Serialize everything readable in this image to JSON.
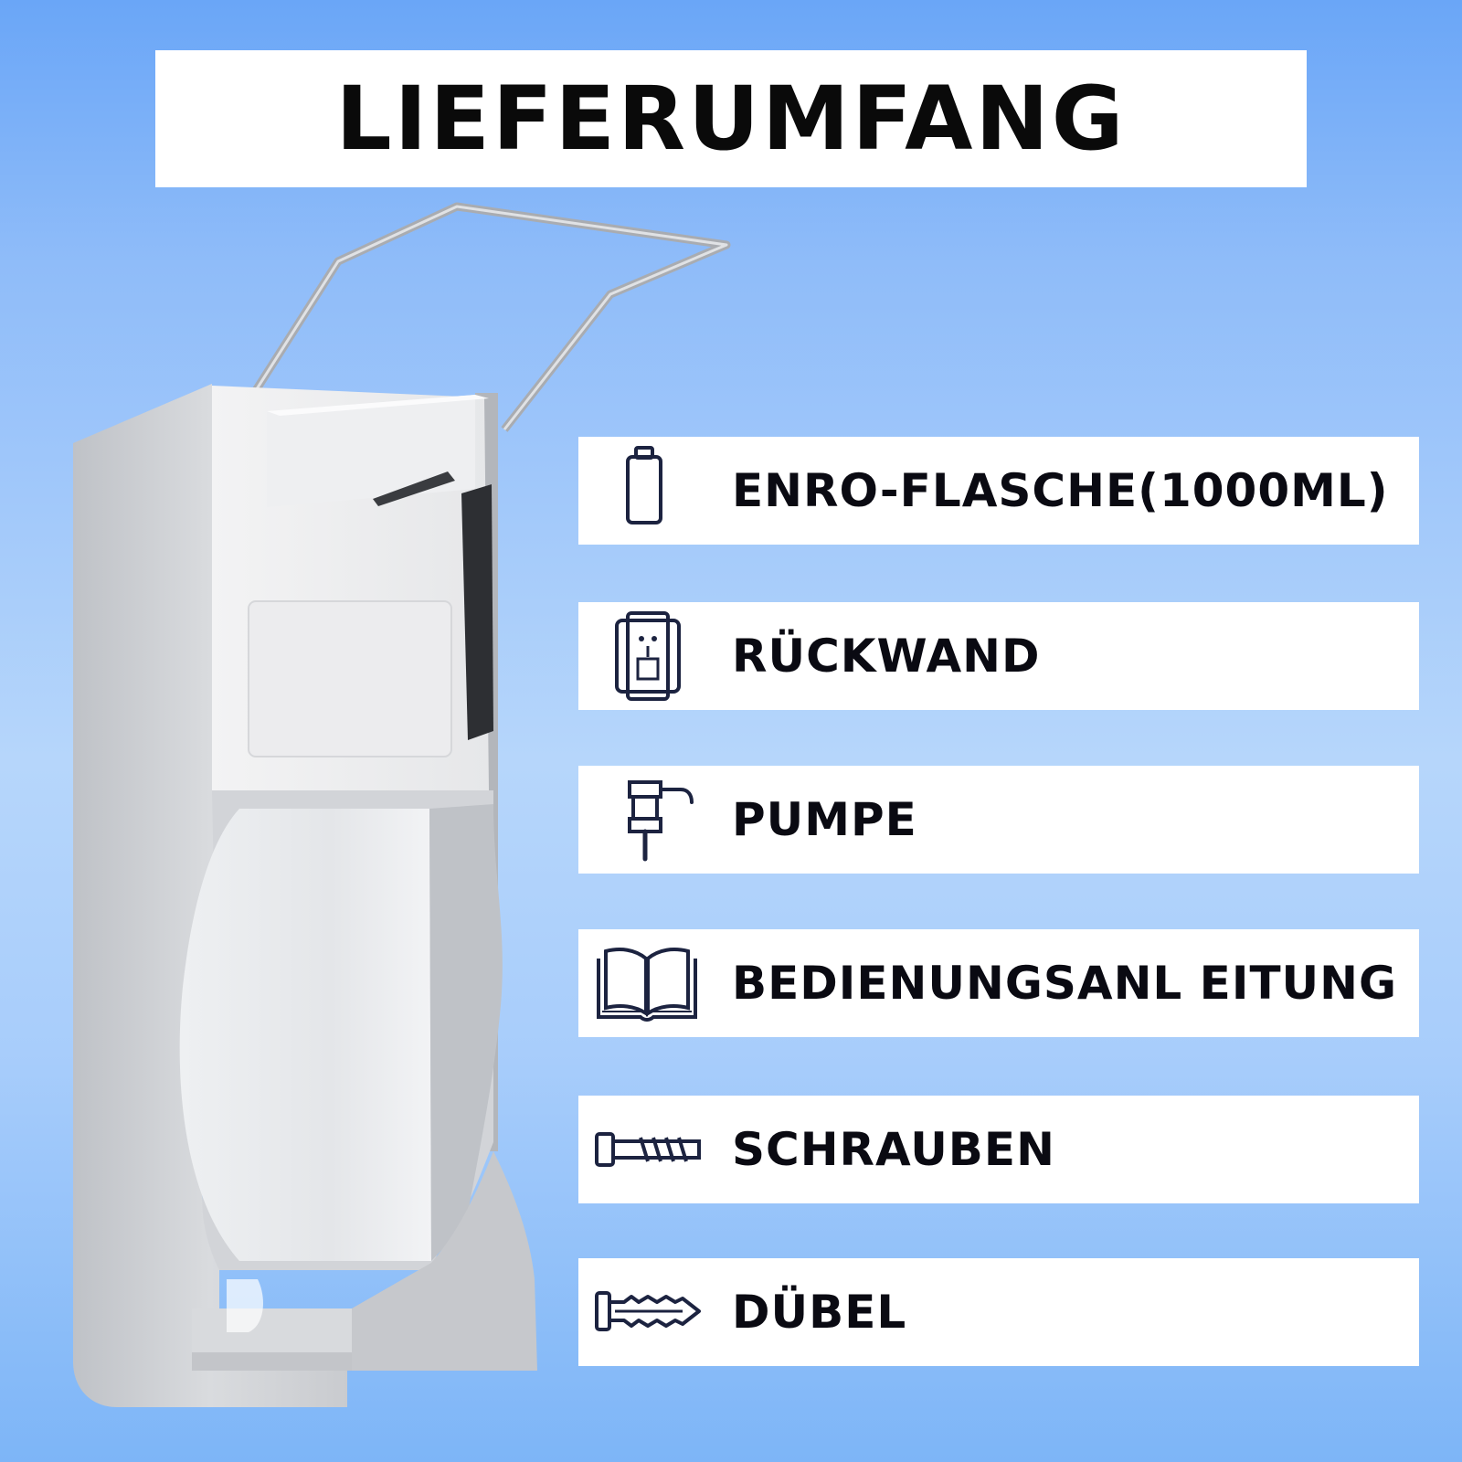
{
  "header": {
    "title": "LIEFERUMFANG"
  },
  "product": {
    "image": "soap-dispenser"
  },
  "items": [
    {
      "label": "ENRO-FLASCHE(1000ML)",
      "icon": "bottle-icon"
    },
    {
      "label": "RÜCKWAND",
      "icon": "back-panel-icon"
    },
    {
      "label": "PUMPE",
      "icon": "pump-icon"
    },
    {
      "label": "BEDIENUNGSANL EITUNG",
      "icon": "book-icon"
    },
    {
      "label": "SCHRAUBEN",
      "icon": "screw-icon"
    },
    {
      "label": "DÜBEL",
      "icon": "dowel-icon"
    }
  ],
  "colors": {
    "icon_stroke": "#1c2340",
    "panel": "#ffffff",
    "text": "#0a0a12"
  }
}
